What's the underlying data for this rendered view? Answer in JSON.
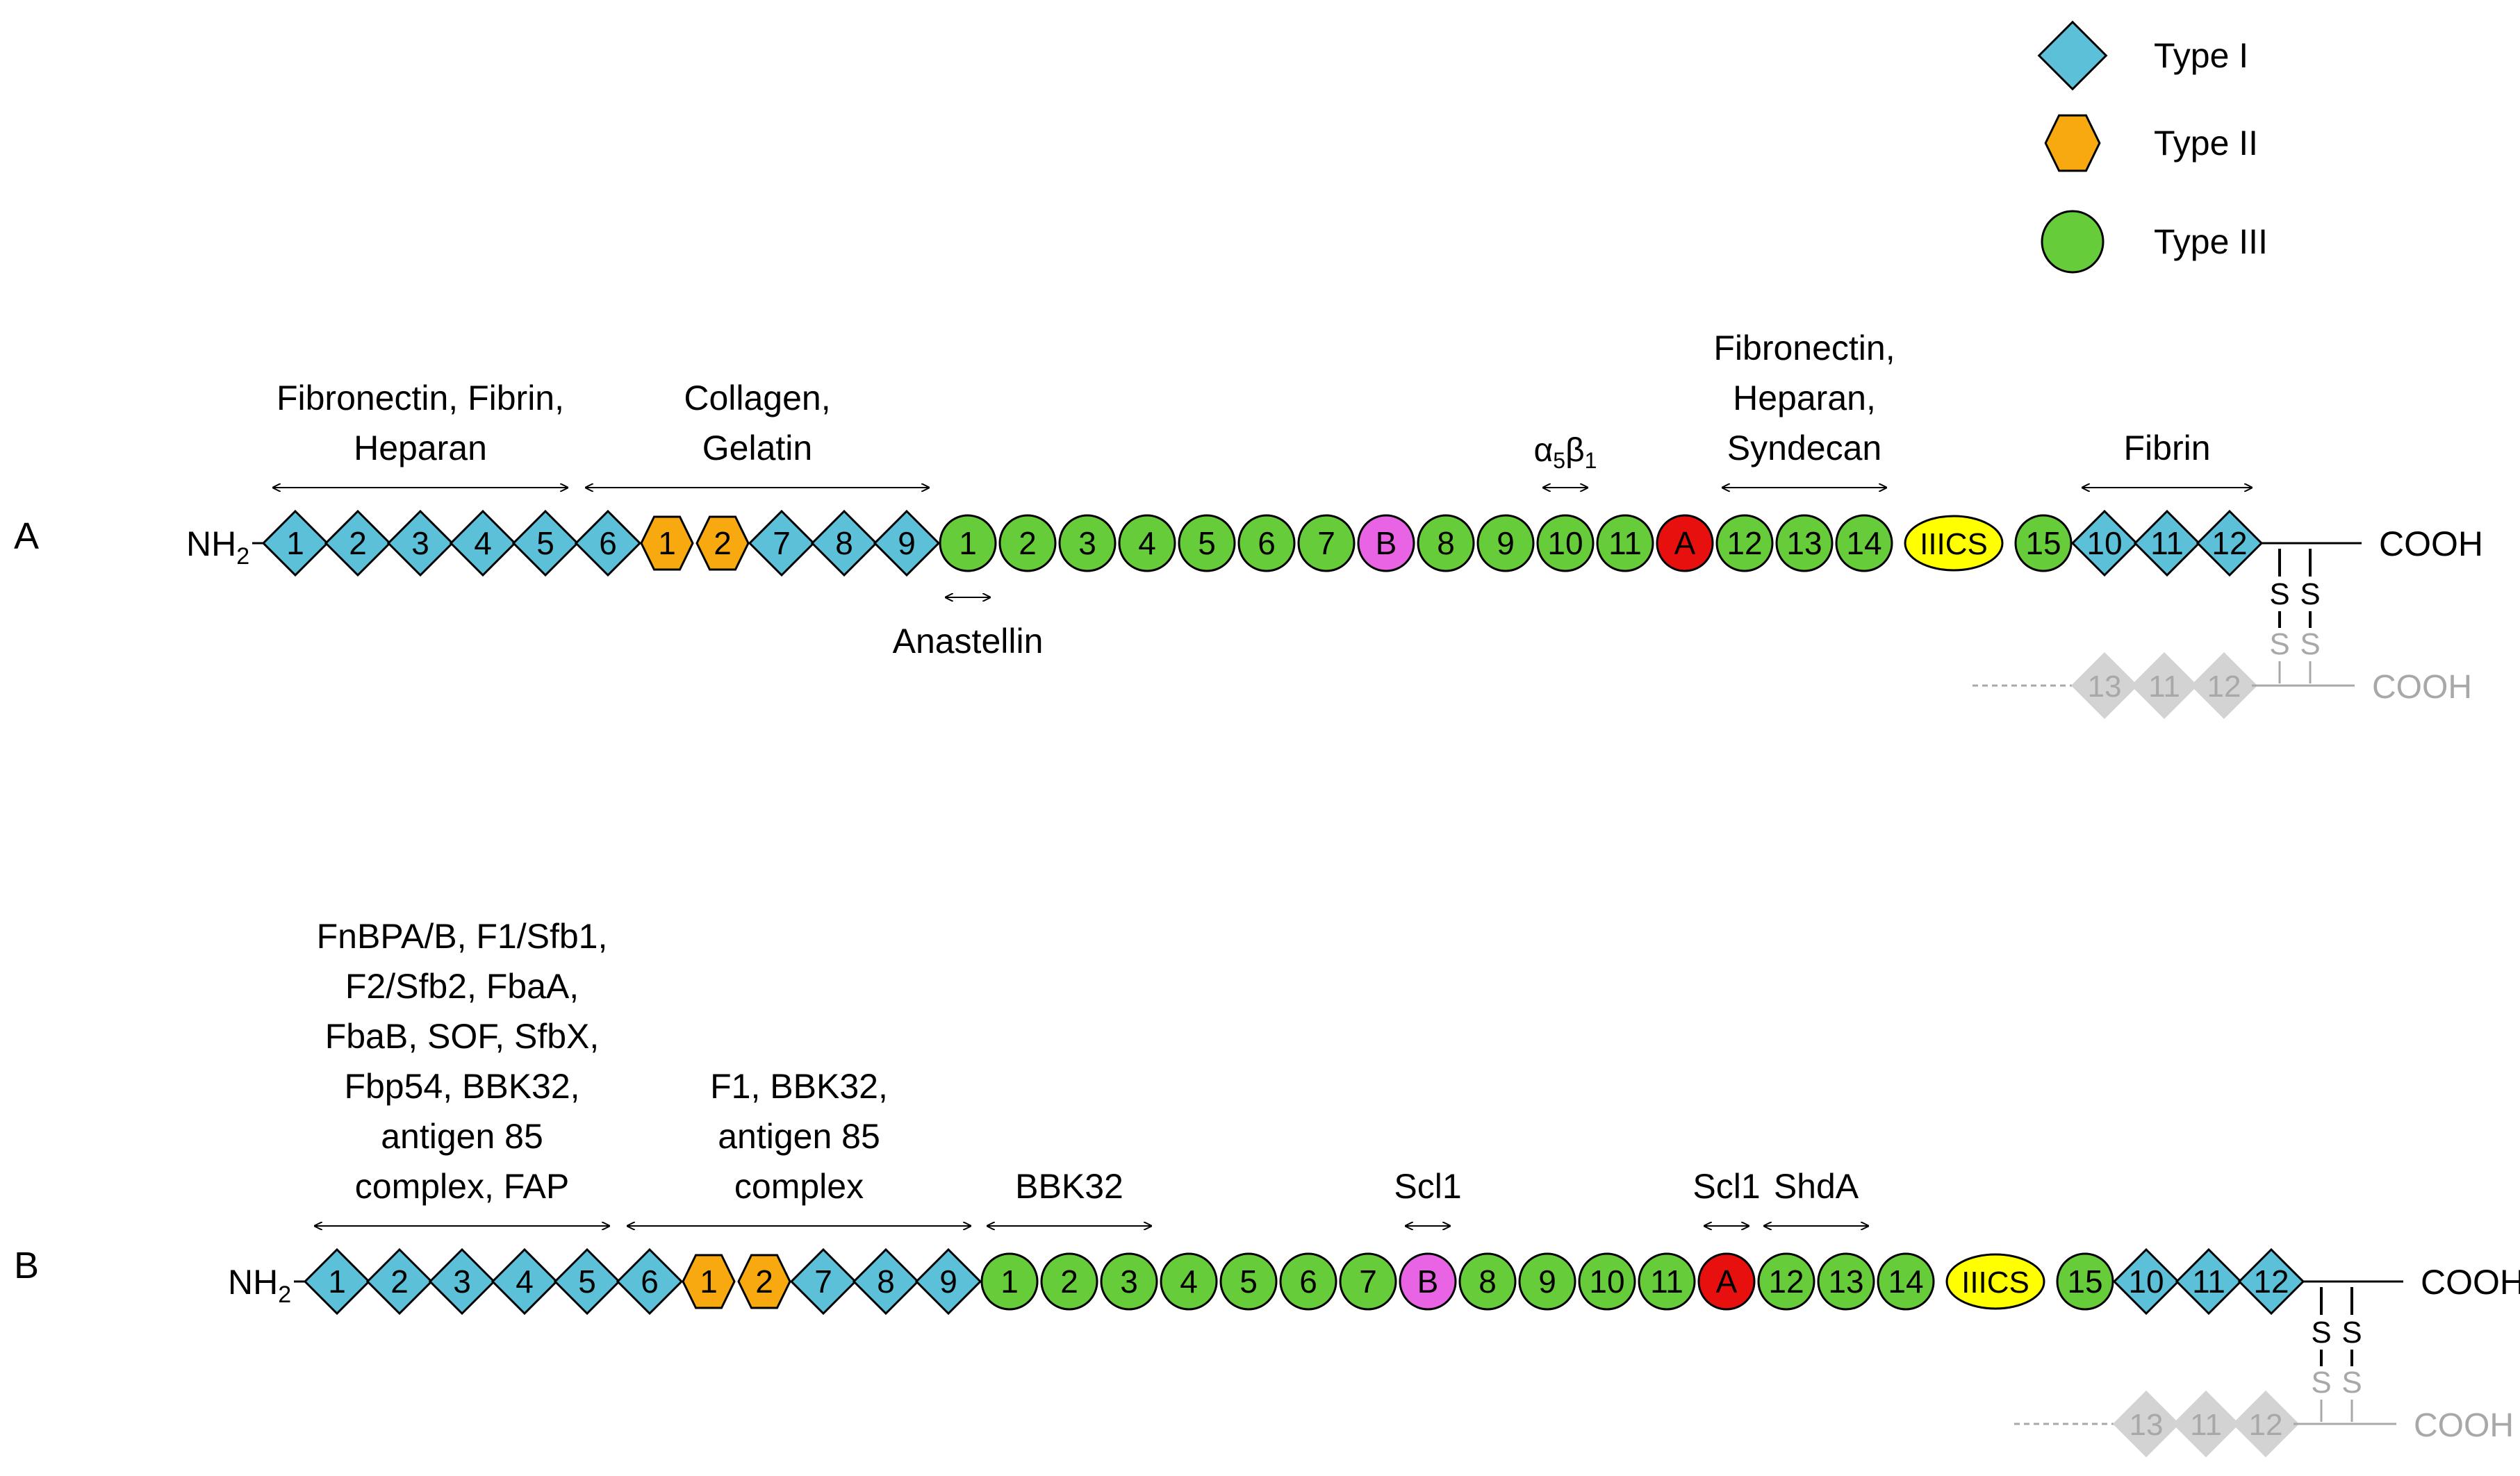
{
  "colors": {
    "type_i": "#5bc0d8",
    "type_ii": "#f7a90f",
    "type_iii": "#66cc3a",
    "module_a": "#e8100f",
    "module_b": "#e864e4",
    "iiics": "#ffff00",
    "ghost": "#d3d3d3",
    "ghost_text": "#a8a8a8",
    "stroke": "#000000"
  },
  "legend": [
    {
      "shape": "diamond",
      "color_key": "type_i",
      "label": "Type I"
    },
    {
      "shape": "hexagon",
      "color_key": "type_ii",
      "label": "Type II"
    },
    {
      "shape": "circle",
      "color_key": "type_iii",
      "label": "Type III"
    }
  ],
  "panels": [
    {
      "id": "A",
      "label": "A",
      "n_terminus": "NH",
      "n_terminus_sub": "2",
      "c_terminus": "COOH",
      "modules": [
        {
          "shape": "diamond",
          "color_key": "type_i",
          "label": "1"
        },
        {
          "shape": "diamond",
          "color_key": "type_i",
          "label": "2"
        },
        {
          "shape": "diamond",
          "color_key": "type_i",
          "label": "3"
        },
        {
          "shape": "diamond",
          "color_key": "type_i",
          "label": "4"
        },
        {
          "shape": "diamond",
          "color_key": "type_i",
          "label": "5"
        },
        {
          "shape": "diamond",
          "color_key": "type_i",
          "label": "6"
        },
        {
          "shape": "hexagon",
          "color_key": "type_ii",
          "label": "1"
        },
        {
          "shape": "hexagon",
          "color_key": "type_ii",
          "label": "2"
        },
        {
          "shape": "diamond",
          "color_key": "type_i",
          "label": "7"
        },
        {
          "shape": "diamond",
          "color_key": "type_i",
          "label": "8"
        },
        {
          "shape": "diamond",
          "color_key": "type_i",
          "label": "9"
        },
        {
          "shape": "circle",
          "color_key": "type_iii",
          "label": "1"
        },
        {
          "shape": "circle",
          "color_key": "type_iii",
          "label": "2"
        },
        {
          "shape": "circle",
          "color_key": "type_iii",
          "label": "3"
        },
        {
          "shape": "circle",
          "color_key": "type_iii",
          "label": "4"
        },
        {
          "shape": "circle",
          "color_key": "type_iii",
          "label": "5"
        },
        {
          "shape": "circle",
          "color_key": "type_iii",
          "label": "6"
        },
        {
          "shape": "circle",
          "color_key": "type_iii",
          "label": "7"
        },
        {
          "shape": "circle",
          "color_key": "module_b",
          "label": "B"
        },
        {
          "shape": "circle",
          "color_key": "type_iii",
          "label": "8"
        },
        {
          "shape": "circle",
          "color_key": "type_iii",
          "label": "9"
        },
        {
          "shape": "circle",
          "color_key": "type_iii",
          "label": "10"
        },
        {
          "shape": "circle",
          "color_key": "type_iii",
          "label": "11"
        },
        {
          "shape": "circle",
          "color_key": "module_a",
          "label": "A"
        },
        {
          "shape": "circle",
          "color_key": "type_iii",
          "label": "12"
        },
        {
          "shape": "circle",
          "color_key": "type_iii",
          "label": "13"
        },
        {
          "shape": "circle",
          "color_key": "type_iii",
          "label": "14"
        },
        {
          "shape": "ellipse",
          "color_key": "iiics",
          "label": "IIICS"
        },
        {
          "shape": "circle",
          "color_key": "type_iii",
          "label": "15"
        },
        {
          "shape": "diamond",
          "color_key": "type_i",
          "label": "10"
        },
        {
          "shape": "diamond",
          "color_key": "type_i",
          "label": "11"
        },
        {
          "shape": "diamond",
          "color_key": "type_i",
          "label": "12"
        }
      ],
      "annotations": [
        {
          "lines": [
            "Fibronectin, Fibrin,",
            "Heparan"
          ],
          "from": 0,
          "to": 4,
          "below": false
        },
        {
          "lines": [
            "Collagen,",
            "Gelatin"
          ],
          "from": 5,
          "to": 10,
          "below": false
        },
        {
          "lines": [
            "Anastellin"
          ],
          "from": 11,
          "to": 11,
          "below": true
        },
        {
          "lines": [],
          "alpha_beta": true,
          "from": 21,
          "to": 21,
          "below": false
        },
        {
          "lines": [
            "Fibronectin,",
            "Heparan,",
            "Syndecan"
          ],
          "from": 24,
          "to": 26,
          "below": false
        },
        {
          "lines": [
            "Fibrin"
          ],
          "from": 29,
          "to": 31,
          "below": false
        }
      ],
      "ghost": {
        "modules": [
          "13",
          "11",
          "12"
        ],
        "c_terminus": "COOH",
        "sulfur": "S"
      }
    },
    {
      "id": "B",
      "label": "B",
      "n_terminus": "NH",
      "n_terminus_sub": "2",
      "c_terminus": "COOH",
      "modules": [
        {
          "shape": "diamond",
          "color_key": "type_i",
          "label": "1"
        },
        {
          "shape": "diamond",
          "color_key": "type_i",
          "label": "2"
        },
        {
          "shape": "diamond",
          "color_key": "type_i",
          "label": "3"
        },
        {
          "shape": "diamond",
          "color_key": "type_i",
          "label": "4"
        },
        {
          "shape": "diamond",
          "color_key": "type_i",
          "label": "5"
        },
        {
          "shape": "diamond",
          "color_key": "type_i",
          "label": "6"
        },
        {
          "shape": "hexagon",
          "color_key": "type_ii",
          "label": "1"
        },
        {
          "shape": "hexagon",
          "color_key": "type_ii",
          "label": "2"
        },
        {
          "shape": "diamond",
          "color_key": "type_i",
          "label": "7"
        },
        {
          "shape": "diamond",
          "color_key": "type_i",
          "label": "8"
        },
        {
          "shape": "diamond",
          "color_key": "type_i",
          "label": "9"
        },
        {
          "shape": "circle",
          "color_key": "type_iii",
          "label": "1"
        },
        {
          "shape": "circle",
          "color_key": "type_iii",
          "label": "2"
        },
        {
          "shape": "circle",
          "color_key": "type_iii",
          "label": "3"
        },
        {
          "shape": "circle",
          "color_key": "type_iii",
          "label": "4"
        },
        {
          "shape": "circle",
          "color_key": "type_iii",
          "label": "5"
        },
        {
          "shape": "circle",
          "color_key": "type_iii",
          "label": "6"
        },
        {
          "shape": "circle",
          "color_key": "type_iii",
          "label": "7"
        },
        {
          "shape": "circle",
          "color_key": "module_b",
          "label": "B"
        },
        {
          "shape": "circle",
          "color_key": "type_iii",
          "label": "8"
        },
        {
          "shape": "circle",
          "color_key": "type_iii",
          "label": "9"
        },
        {
          "shape": "circle",
          "color_key": "type_iii",
          "label": "10"
        },
        {
          "shape": "circle",
          "color_key": "type_iii",
          "label": "11"
        },
        {
          "shape": "circle",
          "color_key": "module_a",
          "label": "A"
        },
        {
          "shape": "circle",
          "color_key": "type_iii",
          "label": "12"
        },
        {
          "shape": "circle",
          "color_key": "type_iii",
          "label": "13"
        },
        {
          "shape": "circle",
          "color_key": "type_iii",
          "label": "14"
        },
        {
          "shape": "ellipse",
          "color_key": "iiics",
          "label": "IIICS"
        },
        {
          "shape": "circle",
          "color_key": "type_iii",
          "label": "15"
        },
        {
          "shape": "diamond",
          "color_key": "type_i",
          "label": "10"
        },
        {
          "shape": "diamond",
          "color_key": "type_i",
          "label": "11"
        },
        {
          "shape": "diamond",
          "color_key": "type_i",
          "label": "12"
        }
      ],
      "annotations": [
        {
          "lines": [
            "FnBPA/B, F1/Sfb1,",
            "F2/Sfb2, FbaA,",
            "FbaB, SOF, SfbX,",
            "Fbp54, BBK32,",
            "antigen 85",
            "complex, FAP"
          ],
          "from": 0,
          "to": 4,
          "below": false
        },
        {
          "lines": [
            "F1, BBK32,",
            "antigen 85",
            "complex"
          ],
          "from": 5,
          "to": 10,
          "below": false
        },
        {
          "lines": [
            "BBK32"
          ],
          "from": 11,
          "to": 13,
          "below": false
        },
        {
          "lines": [
            "Scl1"
          ],
          "from": 18,
          "to": 18,
          "below": false
        },
        {
          "lines": [
            "Scl1"
          ],
          "from": 23,
          "to": 23,
          "below": false
        },
        {
          "lines": [
            "ShdA"
          ],
          "from": 24,
          "to": 25,
          "below": false
        }
      ],
      "ghost": {
        "modules": [
          "13",
          "11",
          "12"
        ],
        "c_terminus": "COOH",
        "sulfur": "S"
      }
    }
  ]
}
